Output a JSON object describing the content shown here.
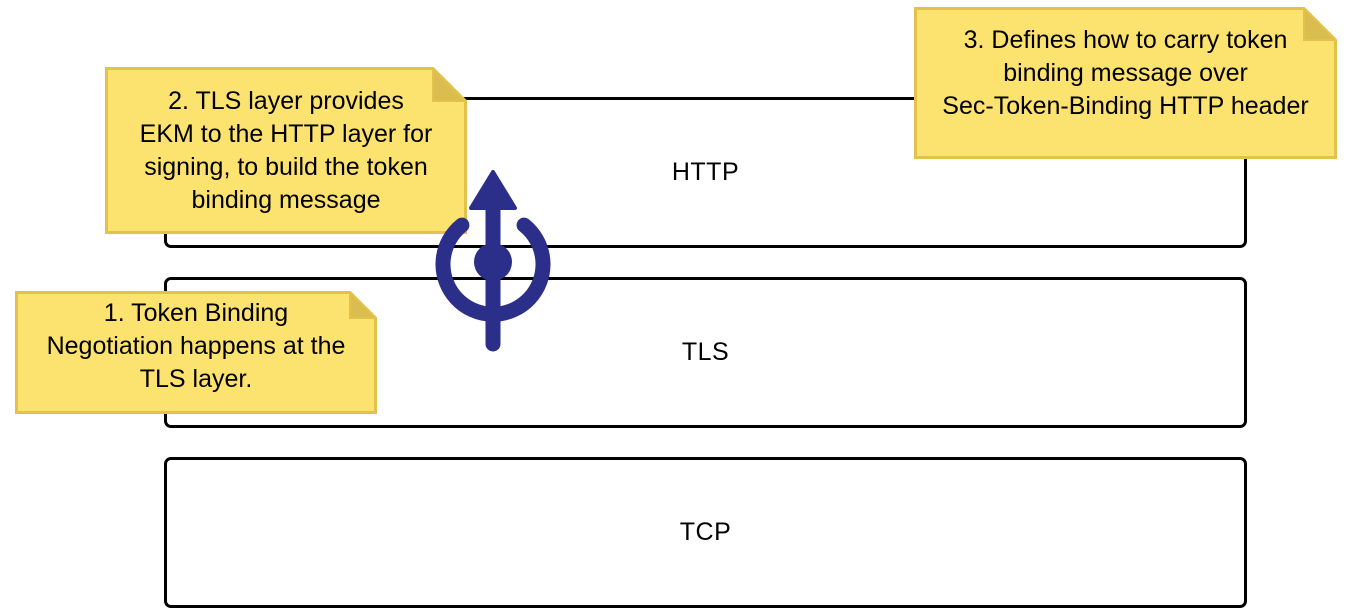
{
  "layers": {
    "http": "HTTP",
    "tls": "TLS",
    "tcp": "TCP"
  },
  "notes": {
    "note1": "1. Token Binding\nNegotiation happens at the\nTLS layer.",
    "note2": "2. TLS layer provides\nEKM to the HTTP layer for\nsigning, to build the token\nbinding message",
    "note3": "3. Defines how to carry token\nbinding message over\nSec-Token-Binding HTTP header"
  },
  "colors": {
    "note_fill": "#FCE26F",
    "note_fold": "#D9BD4E",
    "note_border": "#E3C24B",
    "icon": "#2B2F8A",
    "layer_border": "#000000"
  },
  "icon": "token-binding-icon"
}
